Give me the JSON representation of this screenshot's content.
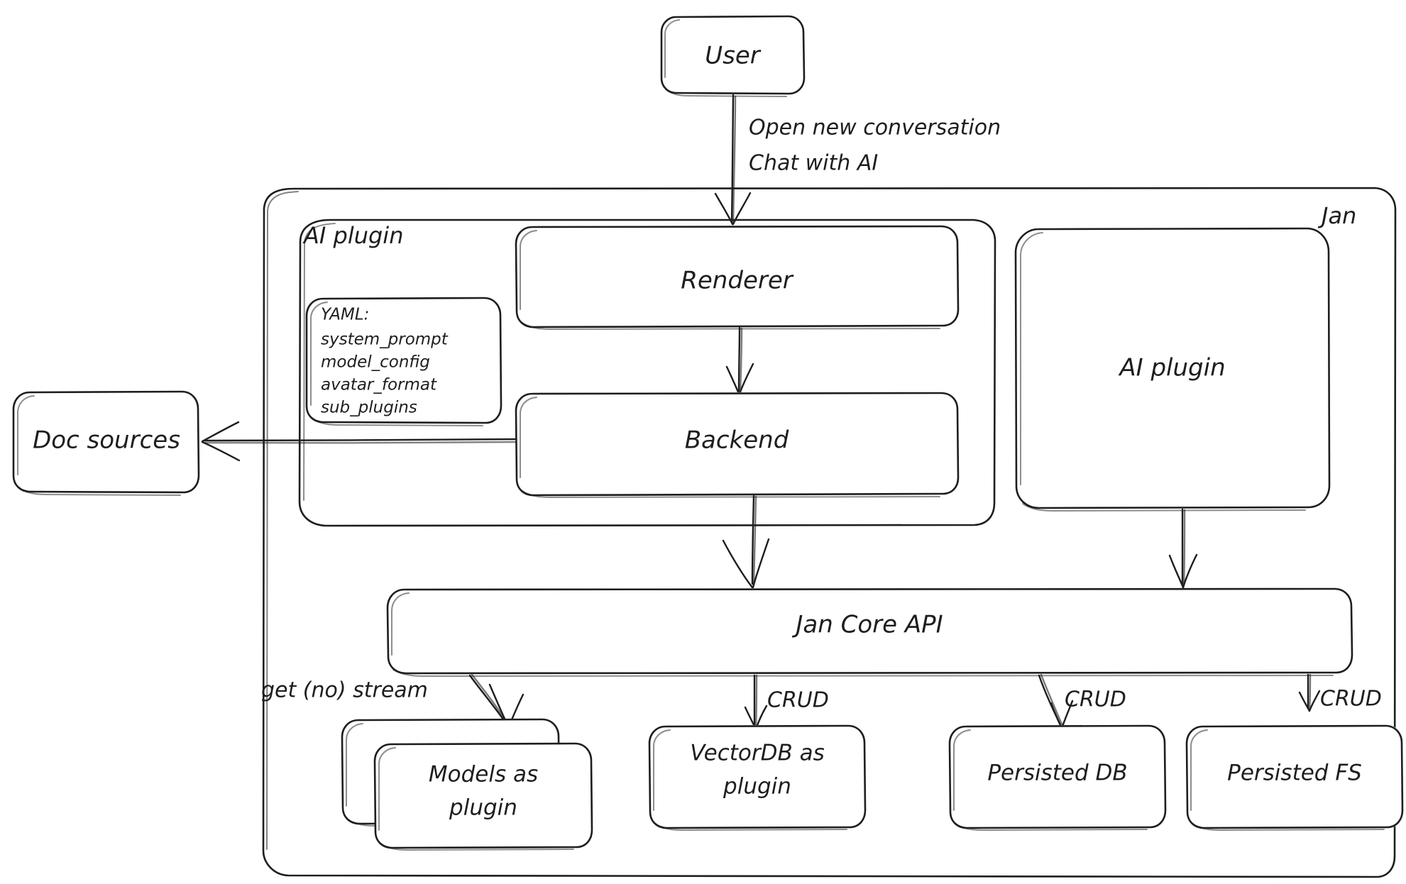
{
  "diagram": {
    "title": "Jan architecture diagram",
    "style": "hand-drawn",
    "background_color": "#ffffff",
    "stroke_color": "#1e1e1e"
  },
  "containers": {
    "jan": {
      "label": "Jan"
    },
    "ai_plugin_group": {
      "label": "AI plugin"
    }
  },
  "nodes": {
    "user": {
      "label": "User"
    },
    "renderer": {
      "label": "Renderer"
    },
    "backend": {
      "label": "Backend"
    },
    "ai_plugin": {
      "label": "AI plugin"
    },
    "doc_sources": {
      "label": "Doc sources"
    },
    "jan_core_api": {
      "label": "Jan Core API"
    },
    "models_plugin": {
      "label_line1": "Models as",
      "label_line2": "plugin"
    },
    "vectordb_plugin": {
      "label_line1": "VectorDB as",
      "label_line2": "plugin"
    },
    "persisted_db": {
      "label": "Persisted DB"
    },
    "persisted_fs": {
      "label": "Persisted FS"
    }
  },
  "yaml_card": {
    "header": "YAML:",
    "keys": [
      "system_prompt",
      "model_config",
      "avatar_format",
      "sub_plugins"
    ]
  },
  "edges": {
    "user_to_renderer": {
      "label_line1": "Open new conversation",
      "label_line2": "Chat with AI"
    },
    "api_to_models": {
      "label": "get (no) stream"
    },
    "api_to_vectordb": {
      "label": "CRUD"
    },
    "api_to_persisted_db": {
      "label": "CRUD"
    },
    "api_to_persisted_fs": {
      "label": "CRUD"
    },
    "backend_to_doc_sources": {
      "label": ""
    },
    "renderer_to_backend": {
      "label": ""
    },
    "backend_to_core": {
      "label": ""
    },
    "ai_plugin_to_core": {
      "label": ""
    }
  }
}
